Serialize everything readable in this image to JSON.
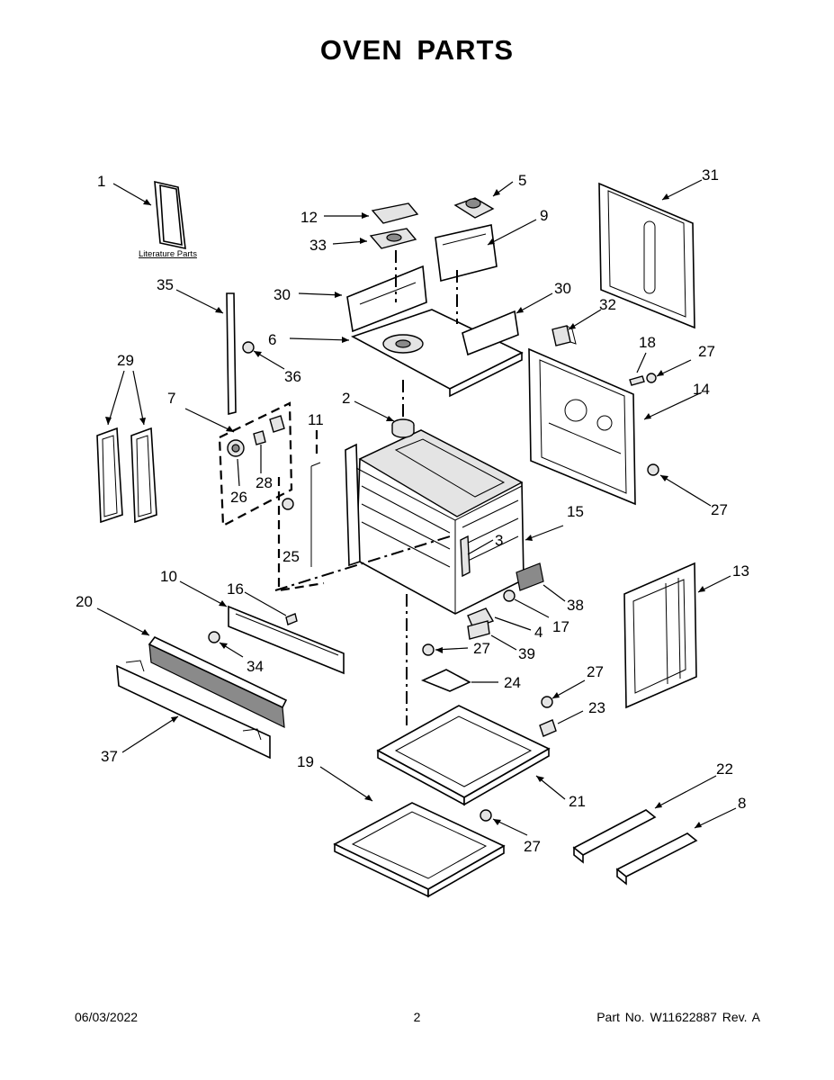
{
  "title": "OVEN PARTS",
  "literature_label": "Literature Parts",
  "callouts": {
    "c1": "1",
    "c2": "2",
    "c3": "3",
    "c4": "4",
    "c5": "5",
    "c6": "6",
    "c7": "7",
    "c8": "8",
    "c9": "9",
    "c10": "10",
    "c11": "11",
    "c12": "12",
    "c13": "13",
    "c14": "14",
    "c15": "15",
    "c16": "16",
    "c17": "17",
    "c18": "18",
    "c19": "19",
    "c20": "20",
    "c21": "21",
    "c22": "22",
    "c23": "23",
    "c24": "24",
    "c25": "25",
    "c26": "26",
    "c27": "27",
    "c28": "28",
    "c29": "29",
    "c30": "30",
    "c31": "31",
    "c32": "32",
    "c33": "33",
    "c34": "34",
    "c35": "35",
    "c36": "36",
    "c37": "37",
    "c38": "38",
    "c39": "39"
  },
  "footer": {
    "date": "06/03/2022",
    "page": "2",
    "part_no": "Part No.  W11622887  Rev.  A"
  }
}
